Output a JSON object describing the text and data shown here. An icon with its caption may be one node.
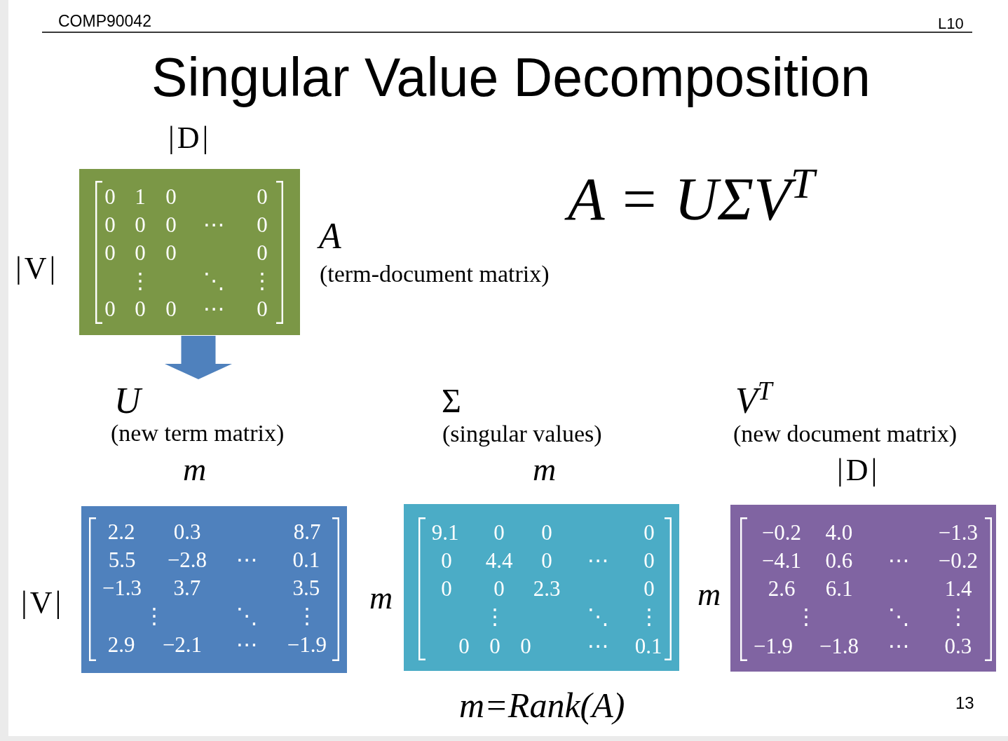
{
  "diagram": {
    "title": "Singular Value Decomposition",
    "nodes": [
      {
        "text": [
          "A",
          "(term-document matrix)",
          "0 1 0 0",
          "0 0 0 ⋯ 0",
          "0 0 0 0",
          "⋮ ⋱ ⋮",
          "0 0 0 ⋯ 0"
        ],
        "beside": [
          "|D|",
          "|V|"
        ]
      },
      {
        "text": [
          "U",
          "(new term matrix)",
          "m",
          "2.2 0.3 8.7",
          "5.5 −2.8 ⋯ 0.1",
          "−1.3 3.7 3.5",
          "⋮ ⋱ ⋮",
          "2.9 −2.1 ⋯ −1.9"
        ],
        "beside": [
          "|V|"
        ]
      },
      {
        "text": [
          "Σ",
          "(singular values)",
          "m",
          "9.1 0 0 0",
          "0 4.4 0 ⋯ 0",
          "0 0 2.3 0",
          "⋮ ⋱ ⋮",
          "0 0 0 ⋯ 0.1"
        ],
        "beside": [
          "m"
        ]
      },
      {
        "text": [
          "V$^{T}$",
          "(new document matrix)",
          "|D|",
          "−0.2 4.0 −1.3",
          "−4.1 0.6 ⋯ −0.2",
          "2.6 6.1 1.4",
          "⋮ ⋱ ⋮",
          "−1.9 −1.8 ⋯ 0.3"
        ],
        "beside": [
          "m"
        ]
      }
    ],
    "edges": [
      {
        "from": 0,
        "to": 1,
        "arrow": "to"
      }
    ],
    "labels": [
      "COMP90042",
      "L10",
      "A = UΣV$^{T}$",
      "m=Rank(A)",
      "13"
    ]
  }
}
